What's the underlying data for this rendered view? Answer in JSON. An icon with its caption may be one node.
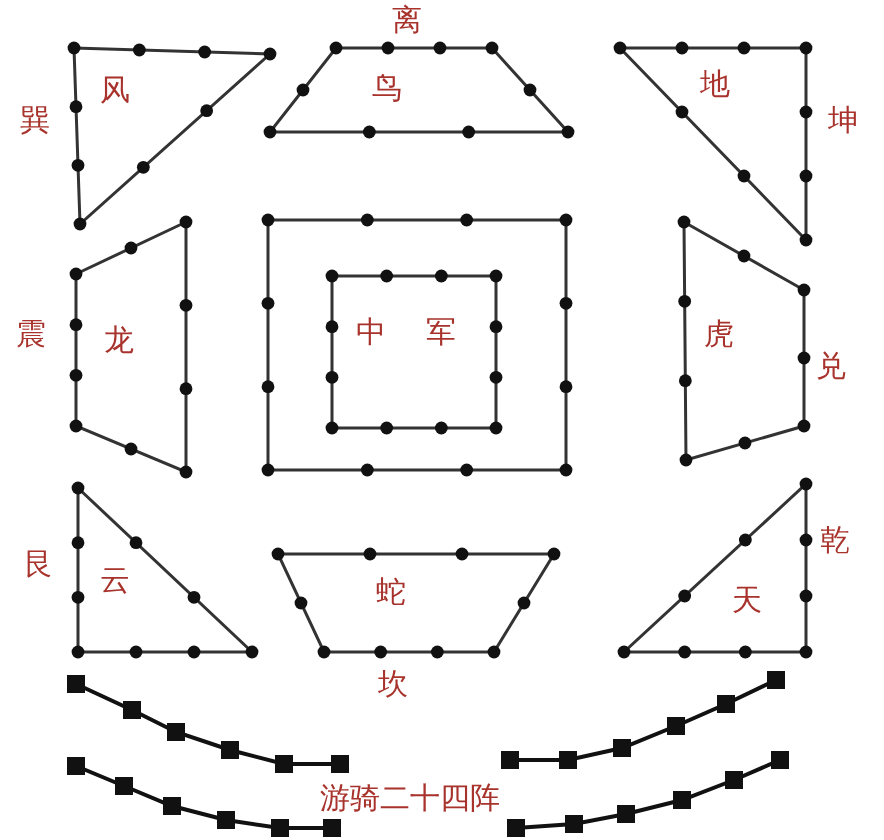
{
  "diagram": {
    "nodes": [
      {
        "text": [
          "风"
        ],
        "beside": [
          "巽"
        ]
      },
      {
        "text": [
          "鸟"
        ],
        "beside": [
          "离"
        ]
      },
      {
        "text": [
          "地"
        ],
        "beside": [
          "坤"
        ]
      },
      {
        "text": [
          "龙"
        ],
        "beside": [
          "震"
        ]
      },
      {
        "text": [],
        "shape": "box"
      },
      {
        "text": [
          "中军"
        ],
        "in": 4
      },
      {
        "text": [
          "虎"
        ],
        "beside": [
          "兑"
        ]
      },
      {
        "text": [
          "云"
        ],
        "beside": [
          "艮"
        ]
      },
      {
        "text": [
          "蛇"
        ],
        "beside": [
          "坎"
        ]
      },
      {
        "text": [
          "天"
        ],
        "beside": [
          "乾"
        ]
      }
    ],
    "edges": [],
    "labels": [
      "游骑二十四阵"
    ]
  }
}
